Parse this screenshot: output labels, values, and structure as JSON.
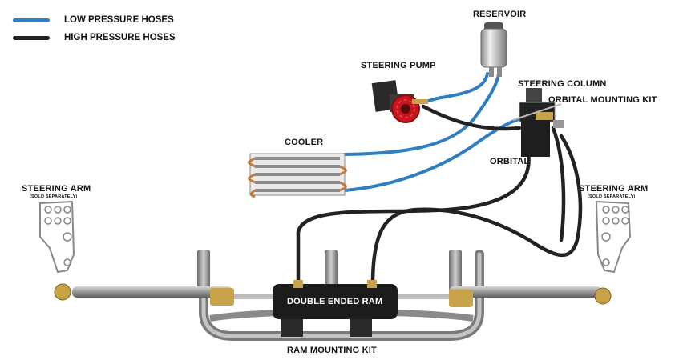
{
  "legend": {
    "low_pressure": {
      "label": "LOW PRESSURE HOSES",
      "color": "#2f7fc1"
    },
    "high_pressure": {
      "label": "HIGH PRESSURE HOSES",
      "color": "#222222"
    }
  },
  "labels": {
    "reservoir": "RESERVOIR",
    "steering_pump": "STEERING PUMP",
    "steering_column": "STEERING COLUMN",
    "orbital_mounting_kit": "ORBITAL MOUNTING KIT",
    "cooler": "COOLER",
    "orbital": "ORBITAL",
    "steering_arm_left": "STEERING ARM",
    "steering_arm_left_note": "(SOLD SEPARATELY)",
    "steering_arm_right": "STEERING ARM",
    "steering_arm_right_note": "(SOLD SEPARATELY)",
    "double_ended_ram": "DOUBLE ENDED RAM",
    "ram_mounting_kit": "RAM MOUNTING KIT"
  },
  "colors": {
    "pump_red": "#c8141c",
    "metal": "#9a9a9a",
    "copper": "#c47a3a",
    "ram_black": "#1c1c1c",
    "fitting_gold": "#c9a34a"
  }
}
